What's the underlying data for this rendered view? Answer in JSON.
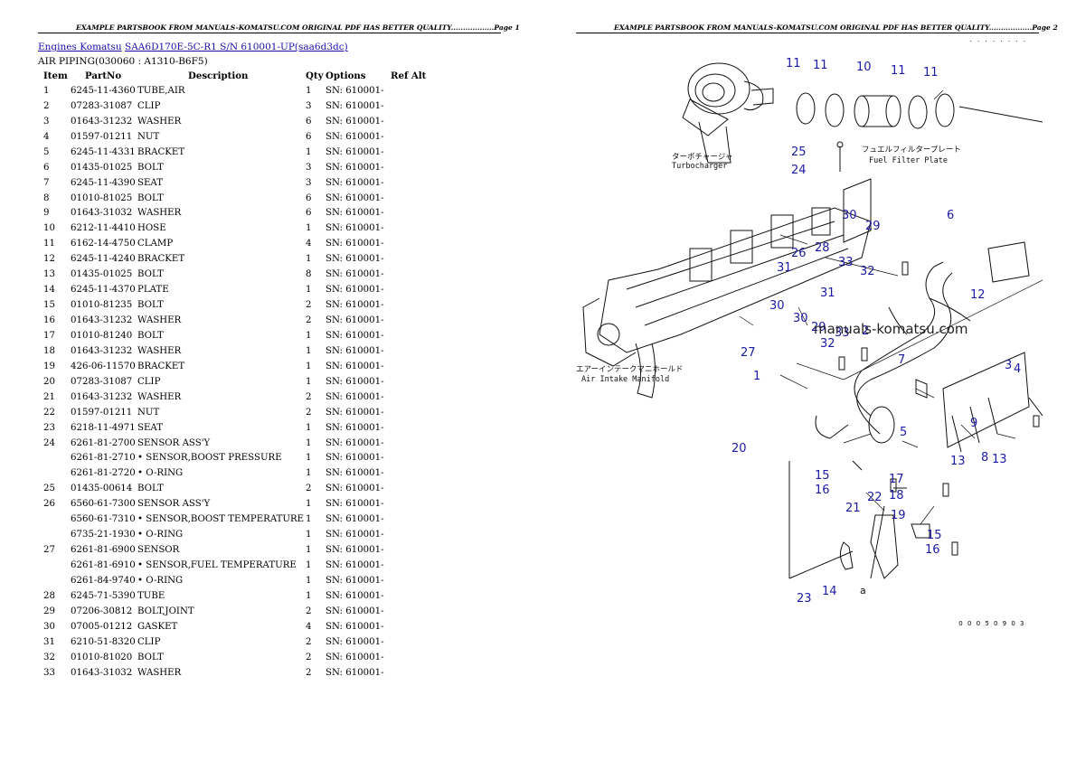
{
  "pages": [
    {
      "header": "EXAMPLE PARTSBOOK FROM MANUALS-KOMATSU.COM ORIGINAL PDF HAS BETTER QUALITY..................Page 1"
    },
    {
      "header": "EXAMPLE PARTSBOOK FROM MANUALS-KOMATSU.COM ORIGINAL PDF HAS BETTER QUALITY..................Page 2"
    }
  ],
  "breadcrumb": {
    "link1": "Engines Komatsu",
    "link2": "SAA6D170E-5C-R1 S/N 610001-UP(saa6d3dc)"
  },
  "section_title": "AIR PIPING(030060 : A1310-B6F5)",
  "table": {
    "headers": [
      "Item",
      "PartNo",
      "Description",
      "Qty",
      "Options",
      "Ref Alt"
    ],
    "rows": [
      {
        "item": "1",
        "part": "6245-11-4360",
        "desc": "TUBE,AIR",
        "qty": "1",
        "opt": "SN: 610001-"
      },
      {
        "item": "2",
        "part": "07283-31087",
        "desc": "CLIP",
        "qty": "3",
        "opt": "SN: 610001-"
      },
      {
        "item": "3",
        "part": "01643-31232",
        "desc": "WASHER",
        "qty": "6",
        "opt": "SN: 610001-"
      },
      {
        "item": "4",
        "part": "01597-01211",
        "desc": "NUT",
        "qty": "6",
        "opt": "SN: 610001-"
      },
      {
        "item": "5",
        "part": "6245-11-4331",
        "desc": "BRACKET",
        "qty": "1",
        "opt": "SN: 610001-"
      },
      {
        "item": "6",
        "part": "01435-01025",
        "desc": "BOLT",
        "qty": "3",
        "opt": "SN: 610001-"
      },
      {
        "item": "7",
        "part": "6245-11-4390",
        "desc": "SEAT",
        "qty": "3",
        "opt": "SN: 610001-"
      },
      {
        "item": "8",
        "part": "01010-81025",
        "desc": "BOLT",
        "qty": "6",
        "opt": "SN: 610001-"
      },
      {
        "item": "9",
        "part": "01643-31032",
        "desc": "WASHER",
        "qty": "6",
        "opt": "SN: 610001-"
      },
      {
        "item": "10",
        "part": "6212-11-4410",
        "desc": "HOSE",
        "qty": "1",
        "opt": "SN: 610001-"
      },
      {
        "item": "11",
        "part": "6162-14-4750",
        "desc": "CLAMP",
        "qty": "4",
        "opt": "SN: 610001-"
      },
      {
        "item": "12",
        "part": "6245-11-4240",
        "desc": "BRACKET",
        "qty": "1",
        "opt": "SN: 610001-"
      },
      {
        "item": "13",
        "part": "01435-01025",
        "desc": "BOLT",
        "qty": "8",
        "opt": "SN: 610001-"
      },
      {
        "item": "14",
        "part": "6245-11-4370",
        "desc": "PLATE",
        "qty": "1",
        "opt": "SN: 610001-"
      },
      {
        "item": "15",
        "part": "01010-81235",
        "desc": "BOLT",
        "qty": "2",
        "opt": "SN: 610001-"
      },
      {
        "item": "16",
        "part": "01643-31232",
        "desc": "WASHER",
        "qty": "2",
        "opt": "SN: 610001-"
      },
      {
        "item": "17",
        "part": "01010-81240",
        "desc": "BOLT",
        "qty": "1",
        "opt": "SN: 610001-"
      },
      {
        "item": "18",
        "part": "01643-31232",
        "desc": "WASHER",
        "qty": "1",
        "opt": "SN: 610001-"
      },
      {
        "item": "19",
        "part": "426-06-11570",
        "desc": "BRACKET",
        "qty": "1",
        "opt": "SN: 610001-"
      },
      {
        "item": "20",
        "part": "07283-31087",
        "desc": "CLIP",
        "qty": "1",
        "opt": "SN: 610001-"
      },
      {
        "item": "21",
        "part": "01643-31232",
        "desc": "WASHER",
        "qty": "2",
        "opt": "SN: 610001-"
      },
      {
        "item": "22",
        "part": "01597-01211",
        "desc": "NUT",
        "qty": "2",
        "opt": "SN: 610001-"
      },
      {
        "item": "23",
        "part": "6218-11-4971",
        "desc": "SEAT",
        "qty": "1",
        "opt": "SN: 610001-"
      },
      {
        "item": "24",
        "part": "6261-81-2700",
        "desc": "SENSOR ASS'Y",
        "qty": "1",
        "opt": "SN: 610001-"
      },
      {
        "item": "",
        "part": "6261-81-2710",
        "desc": "• SENSOR,BOOST PRESSURE",
        "qty": "1",
        "opt": "SN: 610001-"
      },
      {
        "item": "",
        "part": "6261-81-2720",
        "desc": "• O-RING",
        "qty": "1",
        "opt": "SN: 610001-"
      },
      {
        "item": "25",
        "part": "01435-00614",
        "desc": "BOLT",
        "qty": "2",
        "opt": "SN: 610001-"
      },
      {
        "item": "26",
        "part": "6560-61-7300",
        "desc": "SENSOR ASS'Y",
        "qty": "1",
        "opt": "SN: 610001-"
      },
      {
        "item": "",
        "part": "6560-61-7310",
        "desc": "• SENSOR,BOOST TEMPERATURE",
        "qty": "1",
        "opt": "SN: 610001-"
      },
      {
        "item": "",
        "part": "6735-21-1930",
        "desc": "• O-RING",
        "qty": "1",
        "opt": "SN: 610001-"
      },
      {
        "item": "27",
        "part": "6261-81-6900",
        "desc": "SENSOR",
        "qty": "1",
        "opt": "SN: 610001-"
      },
      {
        "item": "",
        "part": "6261-81-6910",
        "desc": "• SENSOR,FUEL TEMPERATURE",
        "qty": "1",
        "opt": "SN: 610001-"
      },
      {
        "item": "",
        "part": "6261-84-9740",
        "desc": "• O-RING",
        "qty": "1",
        "opt": "SN: 610001-"
      },
      {
        "item": "28",
        "part": "6245-71-5390",
        "desc": "TUBE",
        "qty": "1",
        "opt": "SN: 610001-"
      },
      {
        "item": "29",
        "part": "07206-30812",
        "desc": "BOLT,JOINT",
        "qty": "2",
        "opt": "SN: 610001-"
      },
      {
        "item": "30",
        "part": "07005-01212",
        "desc": "GASKET",
        "qty": "4",
        "opt": "SN: 610001-"
      },
      {
        "item": "31",
        "part": "6210-51-8320",
        "desc": "CLIP",
        "qty": "2",
        "opt": "SN: 610001-"
      },
      {
        "item": "32",
        "part": "01010-81020",
        "desc": "BOLT",
        "qty": "2",
        "opt": "SN: 610001-"
      },
      {
        "item": "33",
        "part": "01643-31032",
        "desc": "WASHER",
        "qty": "2",
        "opt": "SN: 610001-"
      }
    ]
  },
  "diagram": {
    "dots": ". . . . . . . .",
    "image_id": "0 0 0 5 0 9 0 3",
    "watermark": "manuals-komatsu.com",
    "turbo_jp": "ターボチャージャ",
    "turbo_en": "Turbocharger",
    "plate_jp": "フュエルフィルタープレート",
    "plate_en": "Fuel Filter Plate",
    "manifold_jp": "エアーインテークマニホールド",
    "manifold_en": "Air Intake Manifold",
    "ref_a": "a",
    "callouts": [
      "11",
      "11",
      "10",
      "11",
      "11",
      "25",
      "24",
      "6",
      "30",
      "29",
      "26",
      "28",
      "33",
      "32",
      "31",
      "31",
      "30",
      "12",
      "30",
      "29",
      "33",
      "32",
      "27",
      "2",
      "7",
      "1",
      "3",
      "4",
      "5",
      "9",
      "13",
      "13",
      "8",
      "20",
      "15",
      "16",
      "17",
      "18",
      "19",
      "21",
      "22",
      "15",
      "16",
      "23",
      "14"
    ]
  }
}
